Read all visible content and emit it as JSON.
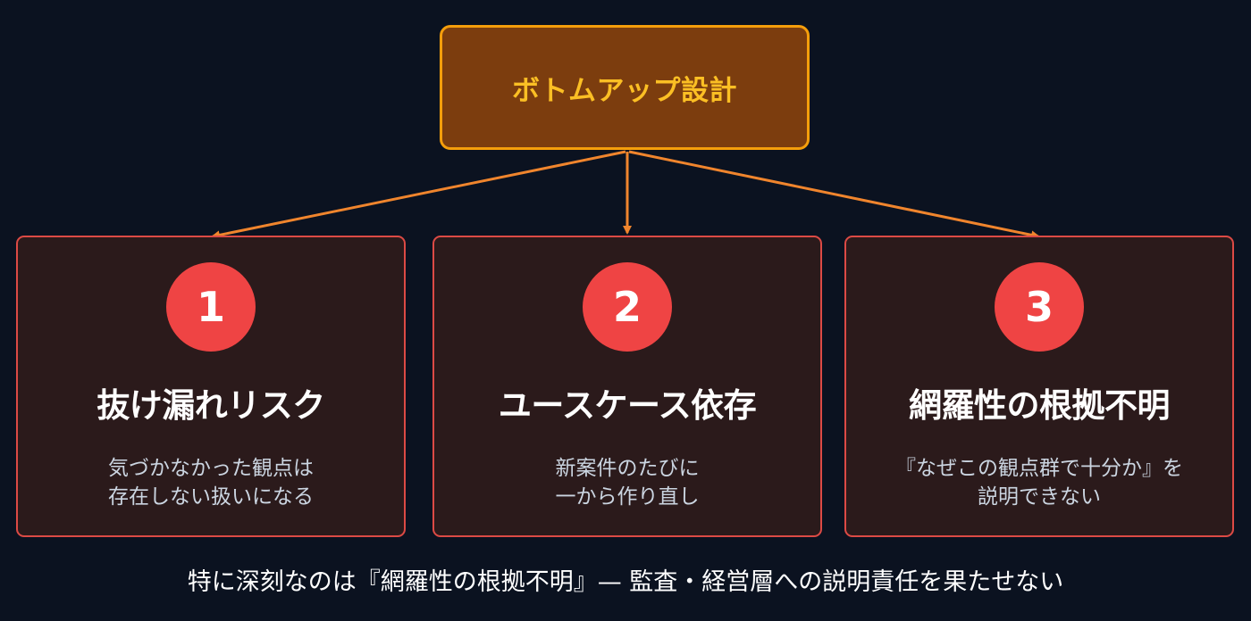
{
  "root": {
    "label": "ボトムアップ設計"
  },
  "cards": [
    {
      "number": "1",
      "title": "抜け漏れリスク",
      "description_lines": [
        "気づかなかった観点は",
        "存在しない扱いになる"
      ]
    },
    {
      "number": "2",
      "title": "ユースケース依存",
      "description_lines": [
        "新案件のたびに",
        "一から作り直し"
      ]
    },
    {
      "number": "3",
      "title": "網羅性の根拠不明",
      "description_lines": [
        "『なぜこの観点群で十分か』を",
        "説明できない"
      ]
    }
  ],
  "footer": {
    "text": "特に深刻なのは『網羅性の根拠不明』— 監査・経営層への説明責任を果たせない"
  },
  "colors": {
    "background": "#0b1220",
    "root_fill": "#7c3d0e",
    "root_border": "#f59e0b",
    "root_text": "#fbbf24",
    "card_fill": "#2b1a1b",
    "card_border": "#dc4a45",
    "badge_fill": "#ef4444",
    "arrow": "#f0852d"
  }
}
